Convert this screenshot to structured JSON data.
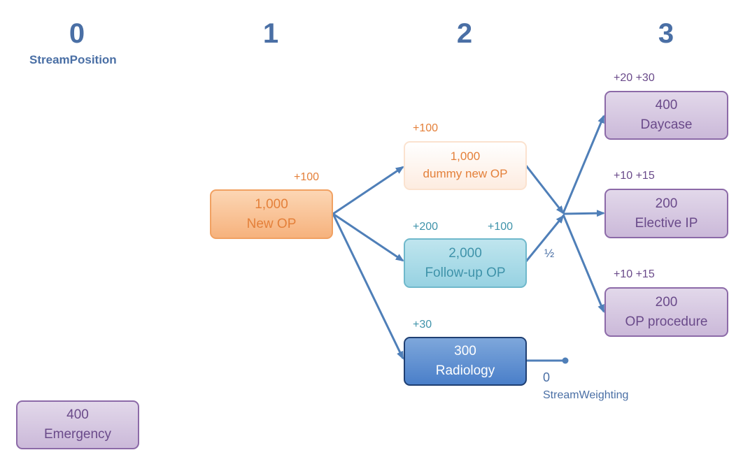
{
  "columns": [
    {
      "number": "0",
      "label": "StreamPosition"
    },
    {
      "number": "1"
    },
    {
      "number": "2"
    },
    {
      "number": "3"
    }
  ],
  "nodes": {
    "emergency": {
      "value": "400",
      "label": "Emergency"
    },
    "new_op": {
      "value": "1,000",
      "label": "New OP",
      "annotation": "+100"
    },
    "dummy_new_op": {
      "value": "1,000",
      "label": "dummy new OP",
      "annotation": "+100"
    },
    "follow_up_op": {
      "value": "2,000",
      "label": "Follow-up OP",
      "annotation_left": "+200",
      "annotation_right": "+100"
    },
    "radiology": {
      "value": "300",
      "label": "Radiology",
      "annotation": "+30"
    },
    "daycase": {
      "value": "400",
      "label": "Daycase",
      "annotation": "+20 +30"
    },
    "elective_ip": {
      "value": "200",
      "label": "Elective IP",
      "annotation": "+10 +15"
    },
    "op_procedure": {
      "value": "200",
      "label": "OP procedure",
      "annotation": "+10 +15"
    }
  },
  "edge_labels": {
    "follow_up_fraction": "½",
    "stream_weighting_value": "0",
    "stream_weighting_label": "StreamWeighting"
  },
  "colors": {
    "heading_blue": "#4a6fa5",
    "arrow_blue": "#4f7fb8",
    "purple": "#8c6aa8",
    "orange": "#f1a162",
    "teal": "#6fb8cb",
    "radiology_blue": "#4a7fc9"
  }
}
